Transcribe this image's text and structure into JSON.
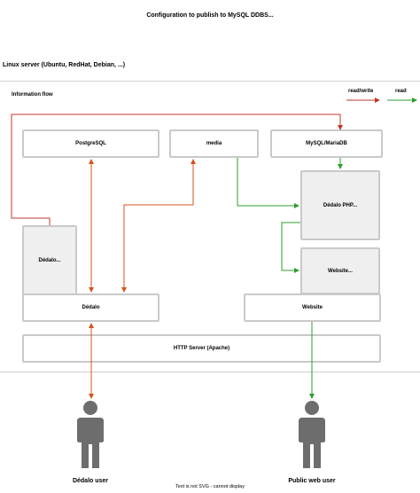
{
  "title": "Configuration to publish to MySQL DDBS...",
  "server_label": "Linux server (Ubuntu, RedHat, Debian, ...)",
  "info_flow_label": "Information flow",
  "legend": {
    "read_write": "read/write",
    "read": "read",
    "read_write_color": "#c0392b",
    "read_color": "#2e9e2e",
    "orange_color": "#d35420"
  },
  "boxes": {
    "postgresql": "PostgreSQL",
    "media": "media",
    "mysql": "MySQL/MariaDB",
    "dedalo_php": "Dédalo PHP...",
    "dedalo_side": "Dédalo...",
    "website_inner": "Website...",
    "dedalo": "Dédalo",
    "website": "Website",
    "http_server": "HTTP Server (Apache)"
  },
  "users": {
    "dedalo_user": "Dédalo user",
    "public_user": "Public web user"
  },
  "footer": "Text is not SVG - cannot display"
}
